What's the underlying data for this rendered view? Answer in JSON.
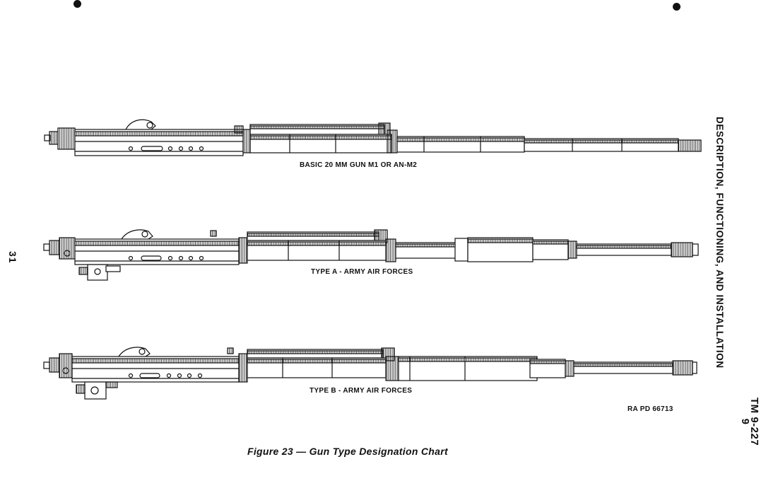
{
  "side_title": "DESCRIPTION, FUNCTIONING, AND INSTALLATION",
  "page_number": "31",
  "tm_number": {
    "line1": "TM 9-227",
    "line2": "9"
  },
  "guns": [
    {
      "caption": "BASIC 20 MM GUN M1 OR AN-M2"
    },
    {
      "caption": "TYPE A - ARMY AIR FORCES"
    },
    {
      "caption": "TYPE B - ARMY AIR FORCES"
    }
  ],
  "photo_reference": "RA PD 66713",
  "figure_caption": "Figure 23 — Gun Type Designation Chart"
}
